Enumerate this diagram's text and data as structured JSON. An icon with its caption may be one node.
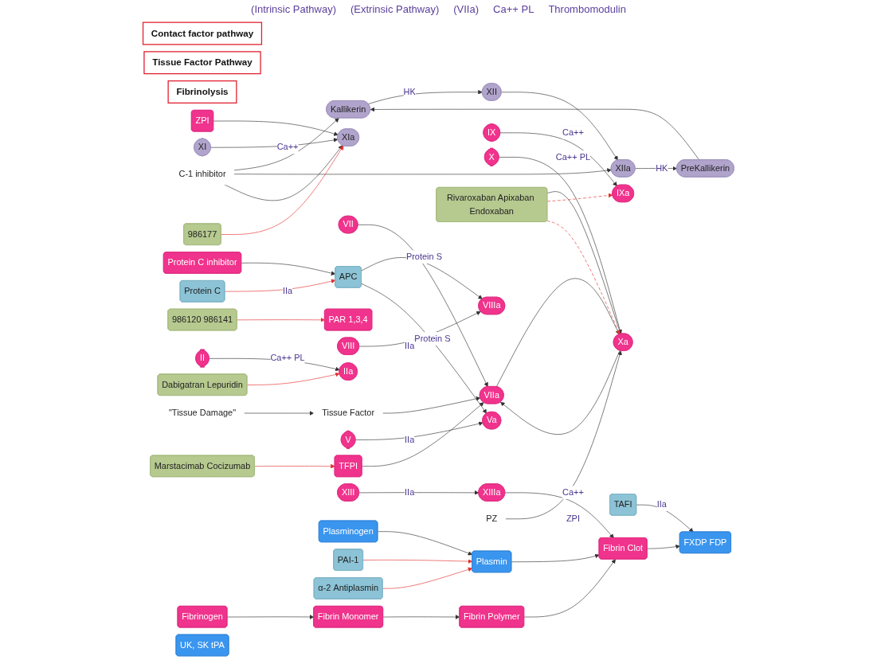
{
  "diagram": {
    "nodes": [
      {
        "text": [
          "Contact factor pathway"
        ]
      },
      {
        "text": [
          "Tissue Factor Pathway"
        ]
      },
      {
        "text": [
          "Fibrinolysis"
        ]
      },
      {
        "text": [
          "\"Tissue Damage\""
        ]
      },
      {
        "text": [
          "Tissue Factor"
        ]
      },
      {
        "text": [
          "ZPI"
        ]
      },
      {
        "text": [
          "Kallikerin"
        ]
      },
      {
        "text": [
          "PreKallikerin"
        ]
      },
      {
        "text": [
          "XII"
        ]
      },
      {
        "text": [
          "XIIa"
        ]
      },
      {
        "text": [
          "XIa"
        ]
      },
      {
        "text": [
          "XI"
        ]
      },
      {
        "text": [
          "VIIa"
        ]
      },
      {
        "text": [
          "VII"
        ]
      },
      {
        "text": [
          "IX"
        ]
      },
      {
        "text": [
          "IXa"
        ]
      },
      {
        "text": [
          "Marstacimab Cocizumab"
        ]
      },
      {
        "text": [
          "TFPI"
        ]
      },
      {
        "text": [
          "986120 986141"
        ]
      },
      {
        "text": [
          "PAR 1,3,4"
        ]
      },
      {
        "text": [
          "986177"
        ]
      },
      {
        "text": [
          "X"
        ]
      },
      {
        "text": [
          "Xa"
        ]
      },
      {
        "text": [
          "VIII"
        ]
      },
      {
        "text": [
          "VIIIa"
        ]
      },
      {
        "text": [
          "II"
        ]
      },
      {
        "text": [
          "IIa"
        ]
      },
      {
        "text": [
          "Rivaroxaban Apixaban Endoxaban"
        ]
      },
      {
        "text": [
          "Dabigatran Lepuridin"
        ]
      },
      {
        "text": [
          "C-1 inhibitor"
        ]
      },
      {
        "text": [
          "APC"
        ]
      },
      {
        "text": [
          "V"
        ]
      },
      {
        "text": [
          "Va"
        ]
      },
      {
        "text": [
          "Fibrinogen"
        ]
      },
      {
        "text": [
          "Fibrin Monomer"
        ]
      },
      {
        "text": [
          "Fibrin Polymer"
        ]
      },
      {
        "text": [
          "XIII"
        ]
      },
      {
        "text": [
          "XIIIa"
        ]
      },
      {
        "text": [
          "Fibrin Clot"
        ]
      },
      {
        "text": [
          "Protein C inhibitor"
        ]
      },
      {
        "text": [
          "Protein C"
        ]
      },
      {
        "text": [
          "Plasminogen"
        ]
      },
      {
        "text": [
          "PAI-1"
        ]
      },
      {
        "text": [
          "UK, SK tPA"
        ]
      },
      {
        "text": [
          "Plasmin"
        ]
      },
      {
        "text": [
          "α-2 Antiplasmin"
        ]
      },
      {
        "text": [
          "FXDP FDP"
        ]
      },
      {
        "text": [
          "TAFI"
        ]
      },
      {
        "text": [
          "PZ"
        ]
      }
    ],
    "edges": [
      {
        "from": 3,
        "to": 4,
        "arrow": "to"
      },
      {
        "from": 4,
        "to": 12,
        "arrow": "to"
      },
      {
        "from": 13,
        "to": 12,
        "arrow": "to"
      },
      {
        "from": 17,
        "to": 12,
        "arrow": "to"
      },
      {
        "from": 22,
        "to": 12,
        "arrow": "to"
      },
      {
        "from": 16,
        "to": 17,
        "arrow": "to",
        "color": "#e53030"
      },
      {
        "from": 18,
        "to": 19,
        "arrow": "to",
        "color": "#e53030"
      },
      {
        "from": 7,
        "to": 6,
        "arrow": "to"
      },
      {
        "from": 6,
        "to": 8,
        "label": "HK",
        "arrow": "to"
      },
      {
        "from": 9,
        "to": 7,
        "label": "HK",
        "arrow": "to"
      },
      {
        "from": 8,
        "to": 9,
        "arrow": "to"
      },
      {
        "from": 5,
        "to": 10,
        "arrow": "to"
      },
      {
        "from": 11,
        "to": 10,
        "label": "Ca++",
        "arrow": "to"
      },
      {
        "from": 29,
        "to": 6,
        "arrow": "to"
      },
      {
        "from": 29,
        "to": 9,
        "arrow": "to"
      },
      {
        "from": 29,
        "to": 10,
        "arrow": "to"
      },
      {
        "from": 20,
        "to": 10,
        "arrow": "to",
        "color": "#e53030"
      },
      {
        "from": 14,
        "to": 15,
        "label": "Ca++",
        "arrow": "to"
      },
      {
        "from": 12,
        "to": 22,
        "arrow": "to"
      },
      {
        "from": 21,
        "to": 22,
        "label": "Ca++ PL",
        "arrow": "to"
      },
      {
        "from": 48,
        "to": 22,
        "label": "ZPI",
        "arrow": "to"
      },
      {
        "from": 27,
        "to": 22,
        "arrow": "to"
      },
      {
        "from": 27,
        "to": 15,
        "arrow": "to",
        "style": "dashed",
        "color": "#e53030"
      },
      {
        "from": 27,
        "to": 22,
        "arrow": "to",
        "style": "dashed",
        "color": "#e53030"
      },
      {
        "from": 23,
        "to": 24,
        "label": "IIa",
        "arrow": "to"
      },
      {
        "from": 30,
        "to": 24,
        "label": "Protein S",
        "arrow": "to"
      },
      {
        "from": 25,
        "to": 26,
        "label": "Ca++ PL",
        "arrow": "to"
      },
      {
        "from": 28,
        "to": 26,
        "arrow": "to",
        "color": "#e53030"
      },
      {
        "from": 30,
        "to": 32,
        "label": "Protein S",
        "arrow": "to"
      },
      {
        "from": 31,
        "to": 32,
        "label": "IIa",
        "arrow": "to"
      },
      {
        "from": 33,
        "to": 34,
        "arrow": "to"
      },
      {
        "from": 34,
        "to": 35,
        "arrow": "to"
      },
      {
        "from": 35,
        "to": 38,
        "arrow": "to"
      },
      {
        "from": 36,
        "to": 37,
        "label": "IIa",
        "arrow": "to"
      },
      {
        "from": 37,
        "to": 38,
        "label": "Ca++",
        "arrow": "to"
      },
      {
        "from": 39,
        "to": 30,
        "arrow": "to"
      },
      {
        "from": 40,
        "to": 30,
        "label": "IIa",
        "arrow": "to",
        "color": "#e53030"
      },
      {
        "from": 41,
        "to": 44,
        "arrow": "to"
      },
      {
        "from": 42,
        "to": 44,
        "arrow": "to",
        "color": "#e53030"
      },
      {
        "from": 45,
        "to": 44,
        "arrow": "to",
        "color": "#e53030"
      },
      {
        "from": 44,
        "to": 38,
        "arrow": "to"
      },
      {
        "from": 38,
        "to": 46,
        "arrow": "to"
      },
      {
        "from": 47,
        "to": 46,
        "label": "IIa",
        "arrow": "to"
      }
    ],
    "labels": [
      "(Intrinsic Pathway)",
      "(Extrinsic Pathway)",
      "(VIIa)",
      "Ca++ PL",
      "Thrombomodulin"
    ]
  }
}
